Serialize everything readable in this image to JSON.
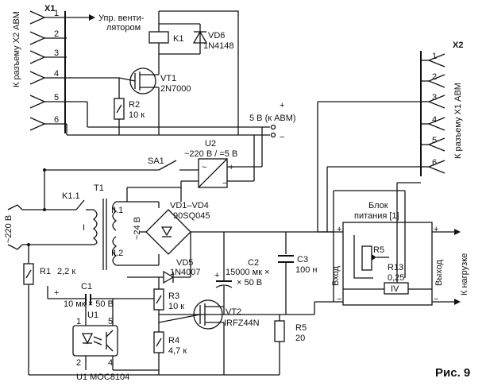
{
  "connector_x1": {
    "ref": "X1",
    "side_label": "К разъему X2 АВМ",
    "pins": [
      "1",
      "2",
      "3",
      "4",
      "5",
      "6"
    ]
  },
  "connector_x2": {
    "ref": "X2",
    "side_label": "К разъему X1 АВМ",
    "pins": [
      "1",
      "2",
      "3",
      "4",
      "5",
      "6"
    ]
  },
  "fan_note": {
    "line1": "Упр. венти-",
    "line2": "лятором"
  },
  "relay": {
    "ref": "K1",
    "contact": "K1.1"
  },
  "diode_vd6": {
    "ref": "VD6",
    "part": "1N4148"
  },
  "transistor_vt1": {
    "ref": "VT1",
    "part": "2N7000"
  },
  "resistor_r2": {
    "ref": "R2",
    "value": "10 к"
  },
  "supply_5v": {
    "label": "5 В (к АВМ)",
    "plus": "+",
    "minus": "−"
  },
  "converter_u2": {
    "ref": "U2",
    "rating": "~220 В / =5 В",
    "ac": "~",
    "plus": "+",
    "minus": "−"
  },
  "switch_sa1": {
    "ref": "SA1"
  },
  "transformer_t1": {
    "ref": "T1",
    "primary": "I",
    "sec1": "II.1",
    "sec2": "II.2",
    "voltage": "~24 В"
  },
  "mains": {
    "label": "~220 В"
  },
  "bridge_vd1_vd4": {
    "ref": "VD1–VD4",
    "part": "90SQ045"
  },
  "diode_vd5": {
    "ref": "VD5",
    "part": "1N4007"
  },
  "capacitor_c2": {
    "ref": "C2",
    "value_line1": "15000 мк ×",
    "value_line2": "× 50 В"
  },
  "capacitor_c3": {
    "ref": "C3",
    "value": "100 н"
  },
  "resistor_r1": {
    "ref": "R1",
    "value": "2,2 к"
  },
  "capacitor_c1": {
    "ref": "C1",
    "value": "10 мк × 50 В"
  },
  "resistor_r3": {
    "ref": "R3",
    "value": "10 к"
  },
  "resistor_r4": {
    "ref": "R4",
    "value": "4,7 к"
  },
  "transistor_vt2": {
    "ref": "VT2",
    "part": "IRFZ44N"
  },
  "resistor_r5_load": {
    "ref": "R5",
    "value": "20"
  },
  "optocoupler_u1": {
    "ref": "U1",
    "caption": "U1 MOC8104",
    "pins": [
      "1",
      "2",
      "4",
      "5"
    ]
  },
  "power_block": {
    "title_line1": "Блок",
    "title_line2": "питания [1]",
    "input": "Вход",
    "output": "Выход",
    "trim_resistor": "R5",
    "shunt_ref": "R13",
    "shunt_value": "0,25",
    "shunt_mark": "IV",
    "plus": "+",
    "minus": "−"
  },
  "load": {
    "label": "К нагрузке"
  },
  "caption": "Рис. 9"
}
